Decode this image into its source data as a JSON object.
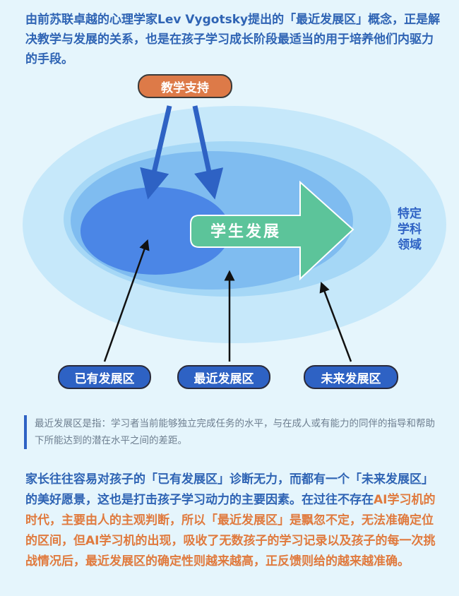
{
  "intro": "由前苏联卓越的心理学家Lev Vygotsky提出的「最近发展区」概念，正是解决教学与发展的关系，也是在孩子学习成长阶段最适当的用于培养他们内驱力的手段。",
  "diagram": {
    "teaching_support": "教学支持",
    "student_development": "学生发展",
    "specific_domain": "特定学科领域",
    "zones": [
      "已有发展区",
      "最近发展区",
      "未来发展区"
    ]
  },
  "definition": "最近发展区是指：学习者当前能够独立完成任务的水平，与在成人或有能力的同伴的指导和帮助下所能达到的潜在水平之间的差距。",
  "paragraph": {
    "blue_part": "家长往往容易对孩子的「已有发展区」诊断无力，而都有一个「未来发展区」的美好愿景，这也是打击孩子学习动力的主要因素。在过往不存在",
    "orange_part": "AI学习机的时代，主要由人的主观判断，所以「最近发展区」是飘忽不定，无法准确定位的区间，但AI学习机的出现，吸收了无数孩子的学习记录以及孩子的每一次挑战情况后，最近发展区的确定性则越来越高，正反馈则给的越来越准确。"
  },
  "colors": {
    "background": "#e5f5fc",
    "blue": "#2f64b4",
    "orange": "#e07a3e",
    "green": "#5cc49a"
  }
}
